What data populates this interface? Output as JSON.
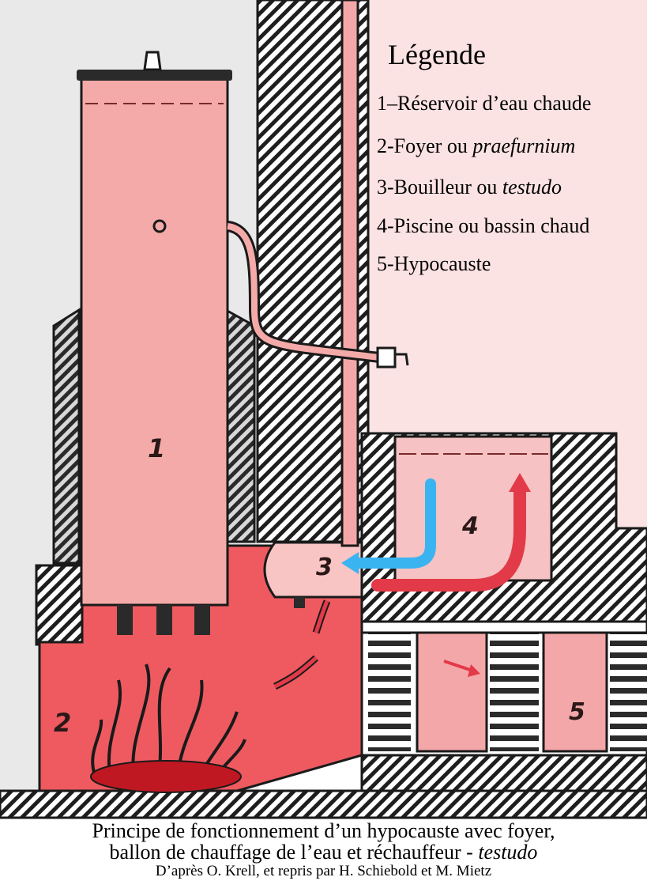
{
  "legend": {
    "title": "Légende",
    "items": [
      {
        "text": "1–Réservoir d’eau chaude",
        "em": ""
      },
      {
        "text": "2-Foyer ou ",
        "em": "praefurnium"
      },
      {
        "text": "3-Bouilleur ou ",
        "em": "testudo"
      },
      {
        "text": "4-Piscine ou bassin chaud",
        "em": ""
      },
      {
        "text": "5-Hypocauste",
        "em": ""
      }
    ]
  },
  "labels": {
    "n1": "1",
    "n2": "2",
    "n3": "3",
    "n4": "4",
    "n5": "5"
  },
  "caption": {
    "line1": "Principe de fonctionnement d’un hypocauste avec foyer,",
    "line2": "ballon de chauffage de l’eau et réchauffeur - ",
    "line2_em": "testudo",
    "line3": "D’après O. Krell, et repris par H. Schiebold et M. Mietz"
  },
  "colors": {
    "reservoir": "#f4aaa8",
    "fire_chamber": "#ee5a60",
    "pool": "#f6c2c3",
    "room": "#fbe2e3",
    "cold_flow": "#3ab4f0",
    "hot_flow": "#e23a48",
    "outline": "#1a1a1a"
  }
}
